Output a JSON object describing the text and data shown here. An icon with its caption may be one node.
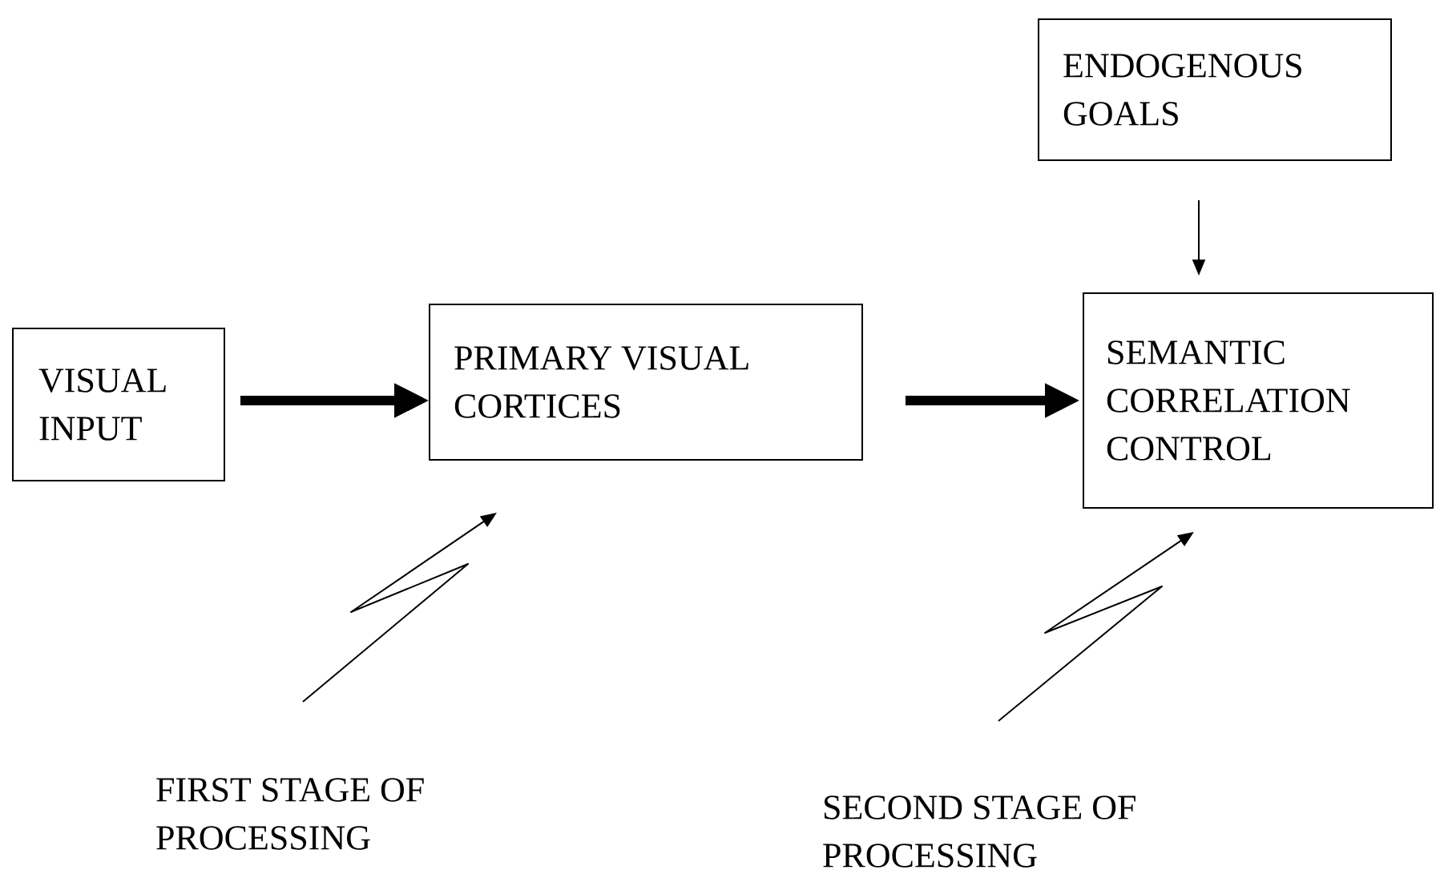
{
  "diagram": {
    "nodes": [
      {
        "text": [
          "VISUAL INPUT"
        ]
      },
      {
        "text": [
          "PRIMARY VISUAL CORTICES"
        ]
      },
      {
        "text": [
          "SEMANTIC CORRELATION CONTROL"
        ]
      },
      {
        "text": [
          "ENDOGENOUS GOALS"
        ]
      },
      {
        "text": [
          "FIRST STAGE OF PROCESSING"
        ]
      },
      {
        "text": [
          "SECOND STAGE OF PROCESSING"
        ]
      }
    ],
    "edges": [
      {
        "from": 0,
        "to": 1,
        "arrow": "to",
        "style": "thick"
      },
      {
        "from": 1,
        "to": 2,
        "arrow": "to",
        "style": "thick"
      },
      {
        "from": 3,
        "to": 2,
        "arrow": "to"
      },
      {
        "from": 4,
        "to": 1,
        "arrow": "to"
      },
      {
        "from": 5,
        "to": 2,
        "arrow": "to"
      }
    ]
  }
}
